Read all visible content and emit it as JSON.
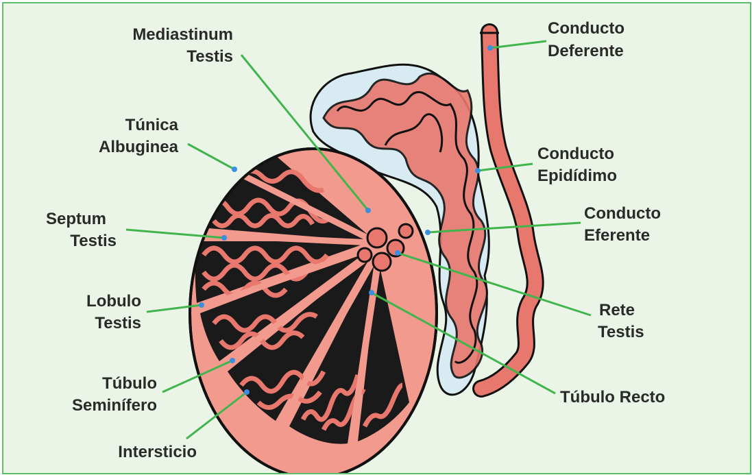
{
  "diagram": {
    "colors": {
      "background": "#eaf5e7",
      "border": "#5bbf6a",
      "leader_line": "#3fb54c",
      "pointer_dot": "#3b8de0",
      "tissue": "#f29a8e",
      "tubule": "#e8776d",
      "outline": "#111111",
      "fluid": "#d8ebf2"
    },
    "labels": {
      "mediastinum_line1": "Mediastinum",
      "mediastinum_line2": "Testis",
      "tunica_line1": "Túnica",
      "tunica_line2": "Albuginea",
      "septum_line1": "Septum",
      "septum_line2": "Testis",
      "lobulo_line1": "Lobulo",
      "lobulo_line2": "Testis",
      "tubulo_sem_line1": "Túbulo",
      "tubulo_sem_line2": "Seminífero",
      "intersticio": "Intersticio",
      "deferente_line1": "Conducto",
      "deferente_line2": "Deferente",
      "epididimo_line1": "Conducto",
      "epididimo_line2": "Epidídimo",
      "eferente_line1": "Conducto",
      "eferente_line2": "Eferente",
      "rete_line1": "Rete",
      "rete_line2": "Testis",
      "tubulo_recto": "Túbulo Recto"
    }
  }
}
